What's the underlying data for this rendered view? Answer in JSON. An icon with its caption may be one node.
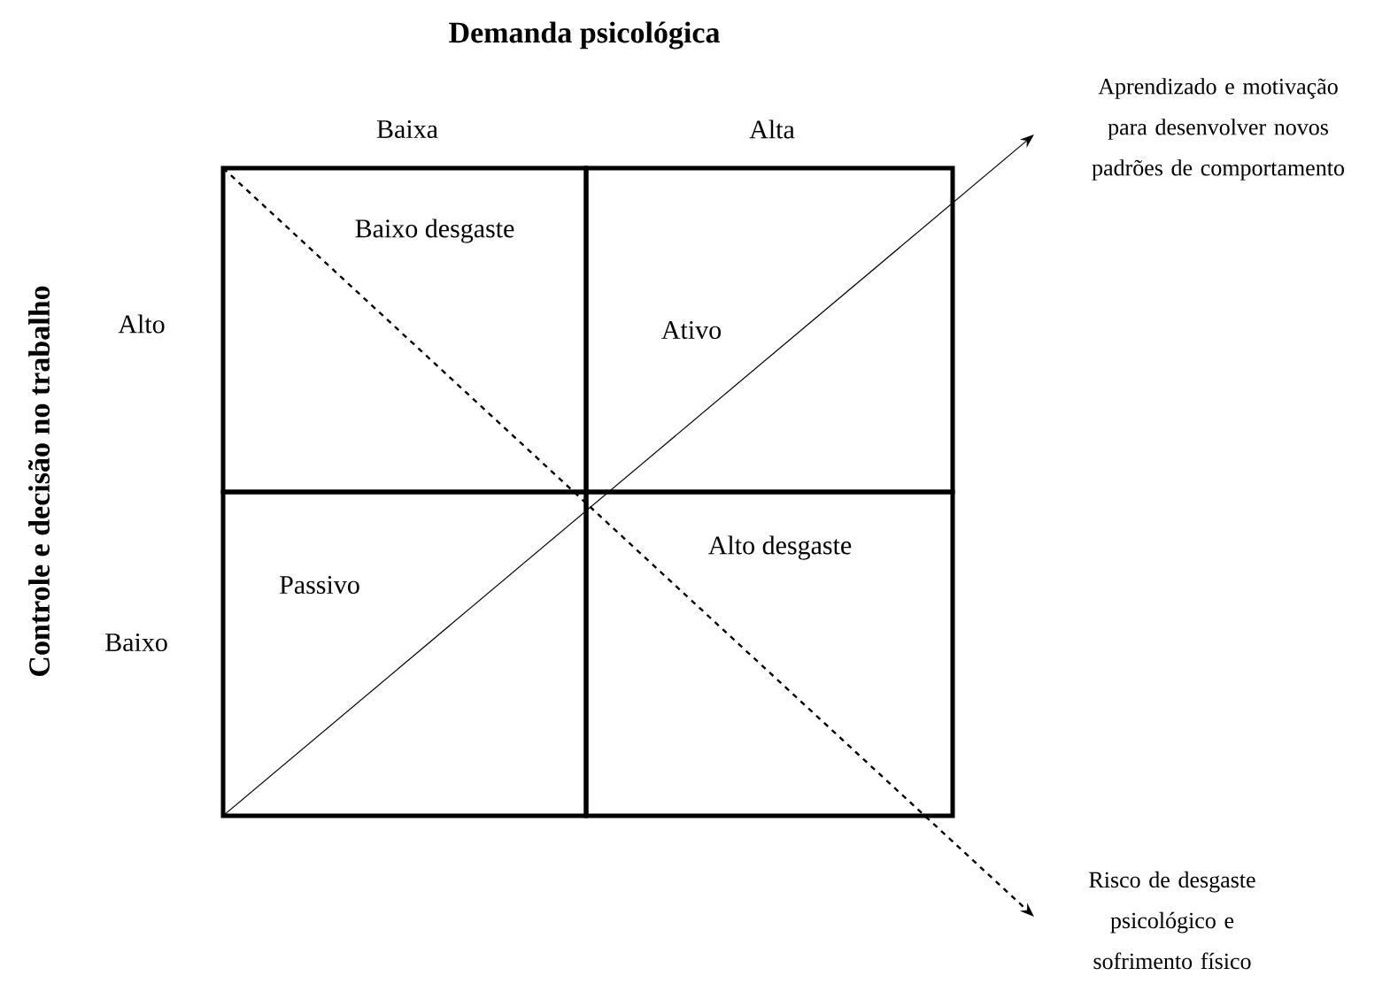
{
  "diagram": {
    "title": "Demanda psicológica",
    "nodes": [
      {
        "text": [
          "Baixo desgaste"
        ]
      },
      {
        "text": [
          "Ativo"
        ]
      },
      {
        "text": [
          "Passivo"
        ]
      },
      {
        "text": [
          "Alto desgaste"
        ]
      }
    ],
    "labels": [
      "Aprendizado e motivação para desenvolver novos padrões de comportamento",
      "Baixa",
      "Alta",
      "Controle e decisão no trabalho",
      "Alto",
      "Baixo",
      "Risco de desgaste psicológico e sofrimento físico"
    ]
  }
}
